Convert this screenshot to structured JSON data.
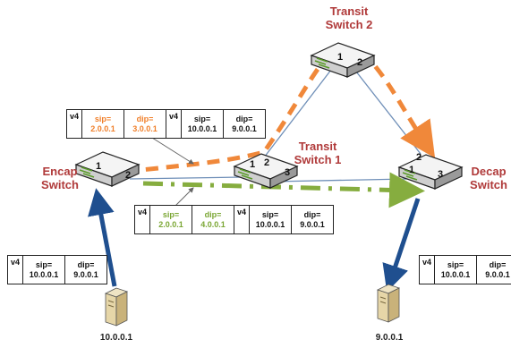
{
  "switches": {
    "encap": {
      "line1": "Encap",
      "line2": "Switch",
      "ports": [
        "1",
        "2"
      ]
    },
    "transit1": {
      "line1": "Transit",
      "line2": "Switch 1",
      "ports": [
        "1",
        "2",
        "3"
      ]
    },
    "transit2": {
      "line1": "Transit",
      "line2": "Switch 2",
      "ports": [
        "1",
        "2"
      ]
    },
    "decap": {
      "line1": "Decap",
      "line2": "Switch",
      "ports": [
        "2",
        "1",
        "3"
      ]
    }
  },
  "hosts": {
    "source": {
      "ip": "10.0.0.1"
    },
    "dest": {
      "ip": "9.0.0.1"
    }
  },
  "packets": {
    "encap_orange": {
      "outer": {
        "version": "v4",
        "sip_label": "sip=",
        "sip": "2.0.0.1",
        "dip_label": "dip=",
        "dip": "3.0.0.1"
      },
      "inner": {
        "version": "v4",
        "sip_label": "sip=",
        "sip": "10.0.0.1",
        "dip_label": "dip=",
        "dip": "9.0.0.1"
      }
    },
    "encap_green": {
      "outer": {
        "version": "v4",
        "sip_label": "sip=",
        "sip": "2.0.0.1",
        "dip_label": "dip=",
        "dip": "4.0.0.1"
      },
      "inner": {
        "version": "v4",
        "sip_label": "sip=",
        "sip": "10.0.0.1",
        "dip_label": "dip=",
        "dip": "9.0.0.1"
      }
    },
    "source_packet": {
      "version": "v4",
      "sip_label": "sip=",
      "sip": "10.0.0.1",
      "dip_label": "dip=",
      "dip": "9.0.0.1"
    },
    "dest_packet": {
      "version": "v4",
      "sip_label": "sip=",
      "sip": "10.0.0.1",
      "dip_label": "dip=",
      "dip": "9.0.0.1"
    }
  },
  "colors": {
    "orange_path": "#f0883a",
    "green_path": "#86ad3f",
    "link": "#6f8fb8",
    "host_arrow": "#1f4f8f",
    "label": "#b03a3a"
  }
}
